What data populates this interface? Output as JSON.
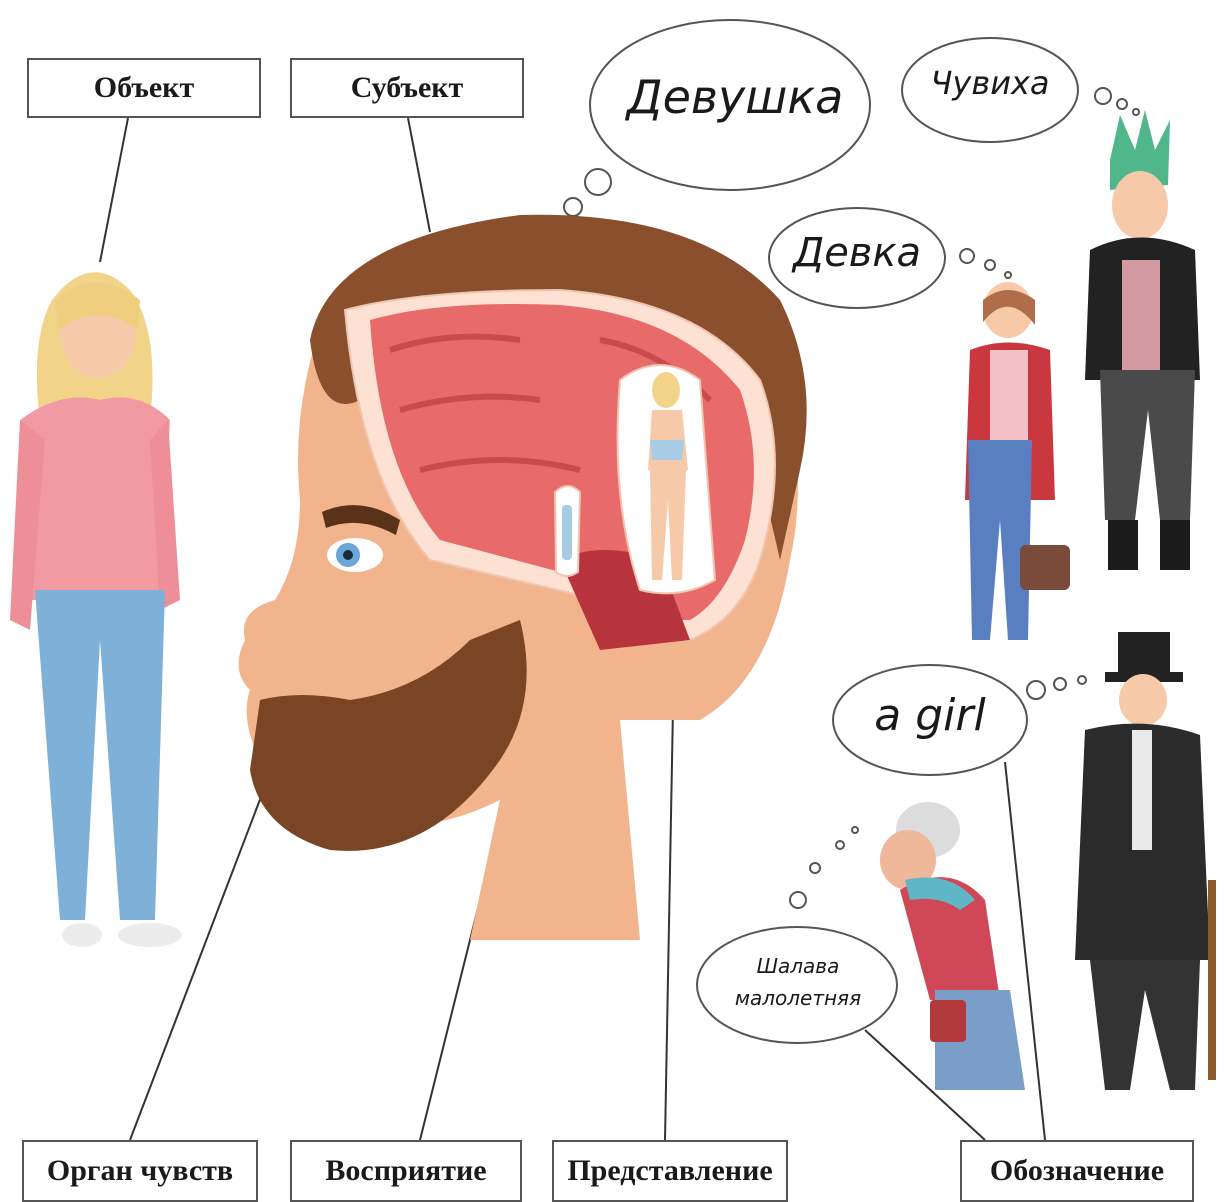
{
  "labels": {
    "object": "Объект",
    "subject": "Субъект",
    "sense_organ": "Орган чувств",
    "perception": "Восприятие",
    "representation": "Представление",
    "designation": "Обозначение"
  },
  "bubbles": {
    "devushka": "Девушка",
    "chuvikha": "Чувиха",
    "devka": "Девка",
    "a_girl": "a girl",
    "shalava_line1": "Шалава",
    "shalava_line2": "малолетняя"
  },
  "colors": {
    "line": "#333333",
    "skin": "#f2b48c",
    "brain": "#e86a6a",
    "hair_brown": "#8a4f2c",
    "jeans": "#6fa3d2",
    "pink_shirt": "#f19aa1"
  }
}
